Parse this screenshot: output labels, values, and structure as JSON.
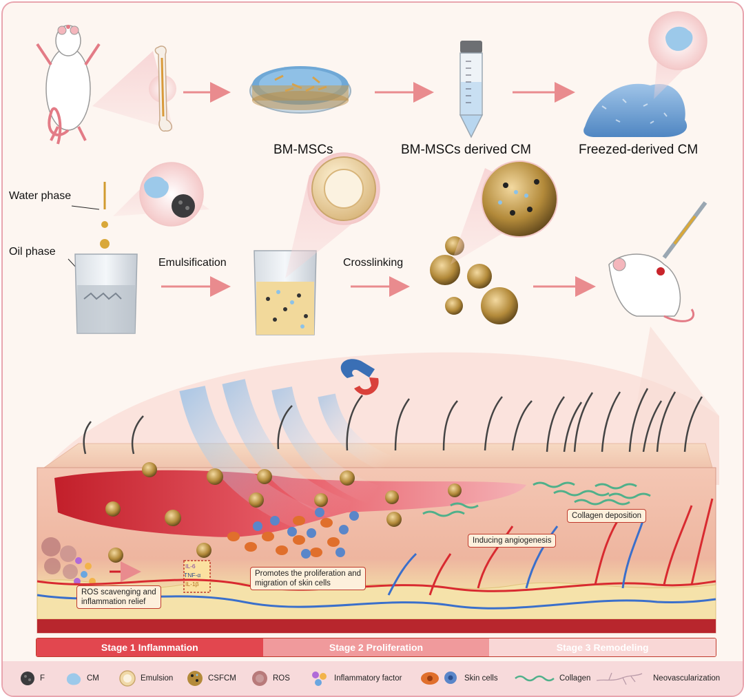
{
  "top_row": {
    "bm_mscs": "BM-MSCs",
    "derived_cm": "BM-MSCs derived CM",
    "freezed_cm": "Freezed-derived CM"
  },
  "middle_row": {
    "water_phase": "Water phase",
    "oil_phase": "Oil phase",
    "emulsification": "Emulsification",
    "crosslinking": "Crosslinking"
  },
  "annotations": {
    "collagen_deposition": "Collagen deposition",
    "angiogenesis": "Inducing angiogenesis",
    "proliferation_line1": "Promotes the proliferation and",
    "proliferation_line2": "migration of skin cells",
    "ros_line1": "ROS scavenging and",
    "ros_line2": "inflammation relief",
    "factor_il6": "IL-6",
    "factor_tnf": "TNF-α",
    "factor_il1": "IL-1β"
  },
  "stages": [
    {
      "label": "Stage 1 Inflammation",
      "color": "#e2474f"
    },
    {
      "label": "Stage 2 Proliferation",
      "color": "#f09a9c"
    },
    {
      "label": "Stage 3 Remodeling",
      "color": "#f9d7d6"
    }
  ],
  "legend": [
    {
      "label": "F",
      "icon": "iron-particle-icon"
    },
    {
      "label": "CM",
      "icon": "cm-powder-icon"
    },
    {
      "label": "Emulsion",
      "icon": "emulsion-icon"
    },
    {
      "label": "CSFCM",
      "icon": "csfcm-microsphere-icon"
    },
    {
      "label": "ROS",
      "icon": "ros-icon"
    },
    {
      "label": "Inflammatory factor",
      "icon": "inflammatory-factor-icon"
    },
    {
      "label": "Skin cells",
      "icon": "skin-cells-icon"
    },
    {
      "label": "Collagen",
      "icon": "collagen-icon"
    },
    {
      "label": "Neovascularization",
      "icon": "neovascularization-icon"
    }
  ],
  "colors": {
    "frame_border": "#e8a4ae",
    "arrow": "#e98b8e",
    "wound_red": "#c8242b",
    "annotation_border": "#c0392b"
  }
}
